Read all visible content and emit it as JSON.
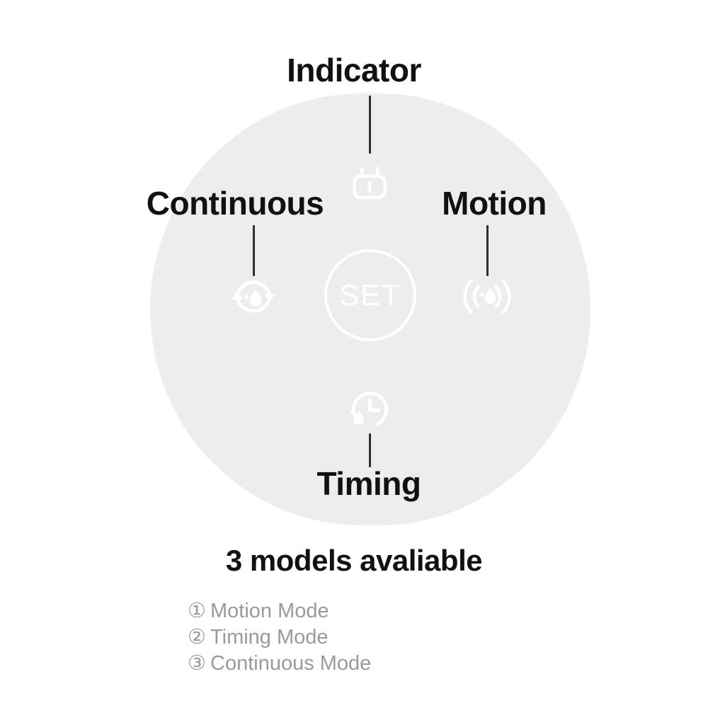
{
  "device": {
    "body_color": "#ededed",
    "icon_color": "#ffffff",
    "leader_color": "#2e2e2e",
    "center_button": {
      "label": "SET",
      "icon": "set-button"
    },
    "features": [
      {
        "key": "indicator",
        "label": "Indicator",
        "icon": "power-plug-icon",
        "position": "top"
      },
      {
        "key": "continuous",
        "label": "Continuous",
        "icon": "refresh-loop-droplet-icon",
        "position": "left"
      },
      {
        "key": "motion",
        "label": "Motion",
        "icon": "motion-sensor-droplet-icon",
        "position": "right"
      },
      {
        "key": "timing",
        "label": "Timing",
        "icon": "clock-droplet-icon",
        "position": "bottom"
      }
    ]
  },
  "caption": {
    "heading": "3 models avaliable",
    "text_color": "#111111",
    "list_color": "#9a9a9a",
    "items": [
      {
        "num": "①",
        "text": "Motion Mode"
      },
      {
        "num": "②",
        "text": "Timing Mode"
      },
      {
        "num": "③",
        "text": "Continuous Mode"
      }
    ]
  }
}
